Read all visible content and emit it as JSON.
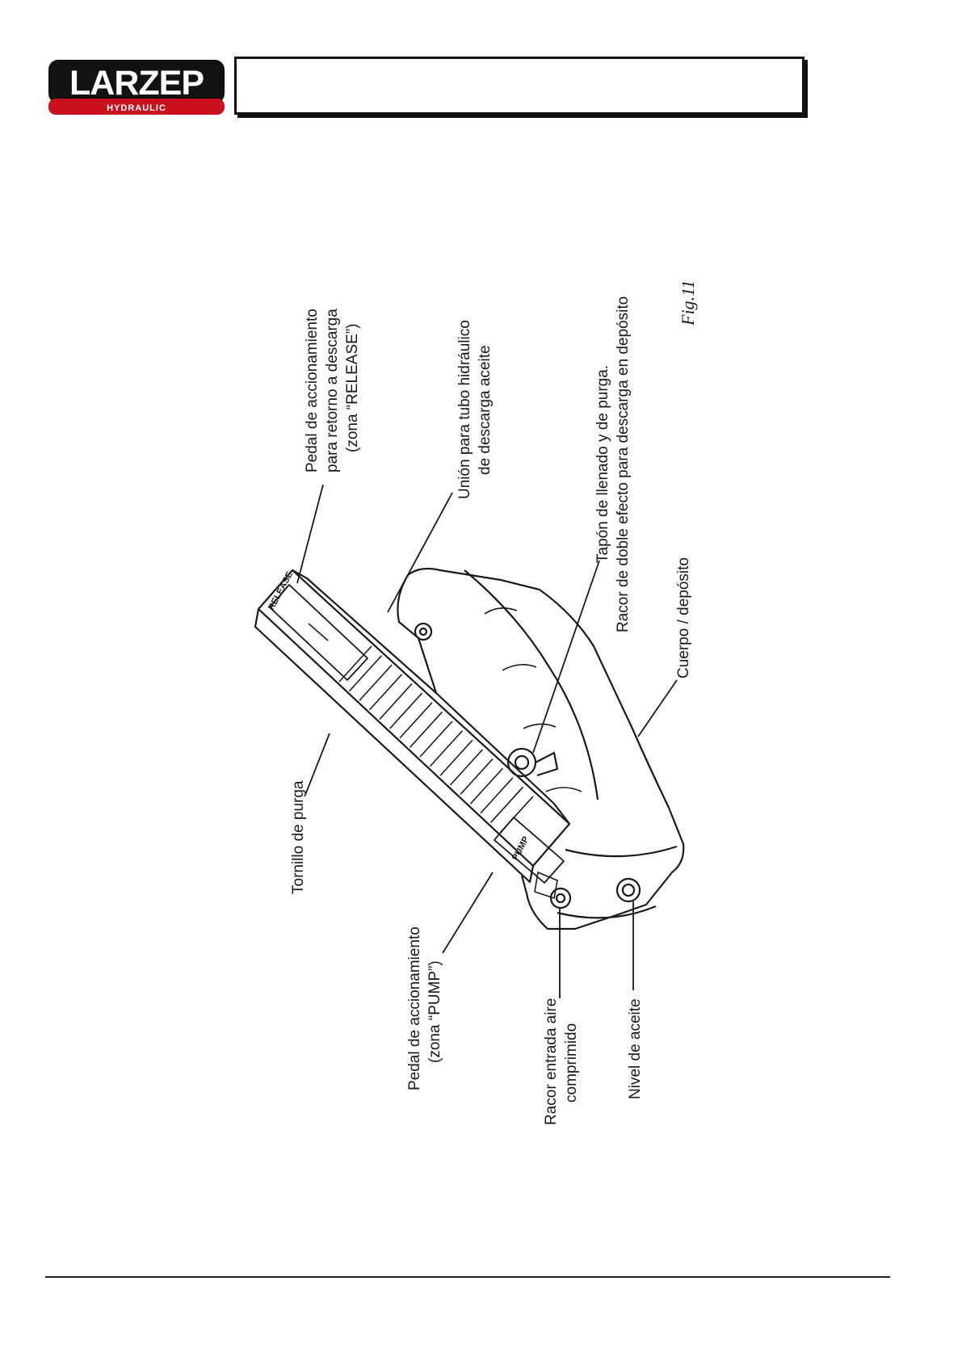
{
  "header": {
    "brand": "LARZEP",
    "brand_sub": "HYDRAULIC",
    "title_box_text": ""
  },
  "figure": {
    "caption": "Fig.11",
    "device_marks": {
      "release": "RELEASE",
      "pump": "PUMP"
    },
    "labels": {
      "release_pedal": [
        "Pedal de accionamiento",
        "para retorno a descarga",
        "(zona “RELEASE”)"
      ],
      "hose_union": [
        "Unión para tubo hidráulico",
        "de descarga aceite"
      ],
      "fill_cap": [
        "Tapón de llenado y de purga.",
        "Racor de doble efecto para descarga en depósito"
      ],
      "body": [
        "Cuerpo / depósito"
      ],
      "bleed_screw": [
        "Tornillo de purga"
      ],
      "pump_pedal": [
        "Pedal de accionamiento",
        "(zona “PUMP”)"
      ],
      "air_inlet": [
        "Racor entrada aire",
        "comprimido"
      ],
      "oil_level": [
        "Nivel de aceite"
      ]
    }
  },
  "colors": {
    "brand_red": "#c8101e",
    "brand_dark": "#111111",
    "line": "#1a1a1a"
  }
}
